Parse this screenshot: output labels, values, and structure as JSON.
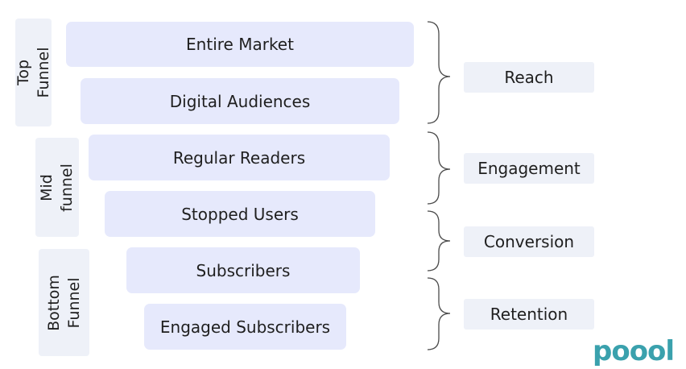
{
  "stages": [
    {
      "label": "Top\nFunnel"
    },
    {
      "label": "Mid\nfunnel"
    },
    {
      "label": "Bottom\nFunnel"
    }
  ],
  "audiences": [
    "Entire Market",
    "Digital Audiences",
    "Regular Readers",
    "Stopped Users",
    "Subscribers",
    "Engaged Subscribers"
  ],
  "outcomes": [
    "Reach",
    "Engagement",
    "Conversion",
    "Retention"
  ],
  "logo": {
    "text": "poool"
  },
  "colors": {
    "bar_fill": "#e6e9fc",
    "label_fill": "#eef1f8",
    "bracket": "#4a4a4a",
    "logo": "#3aa1ad"
  }
}
